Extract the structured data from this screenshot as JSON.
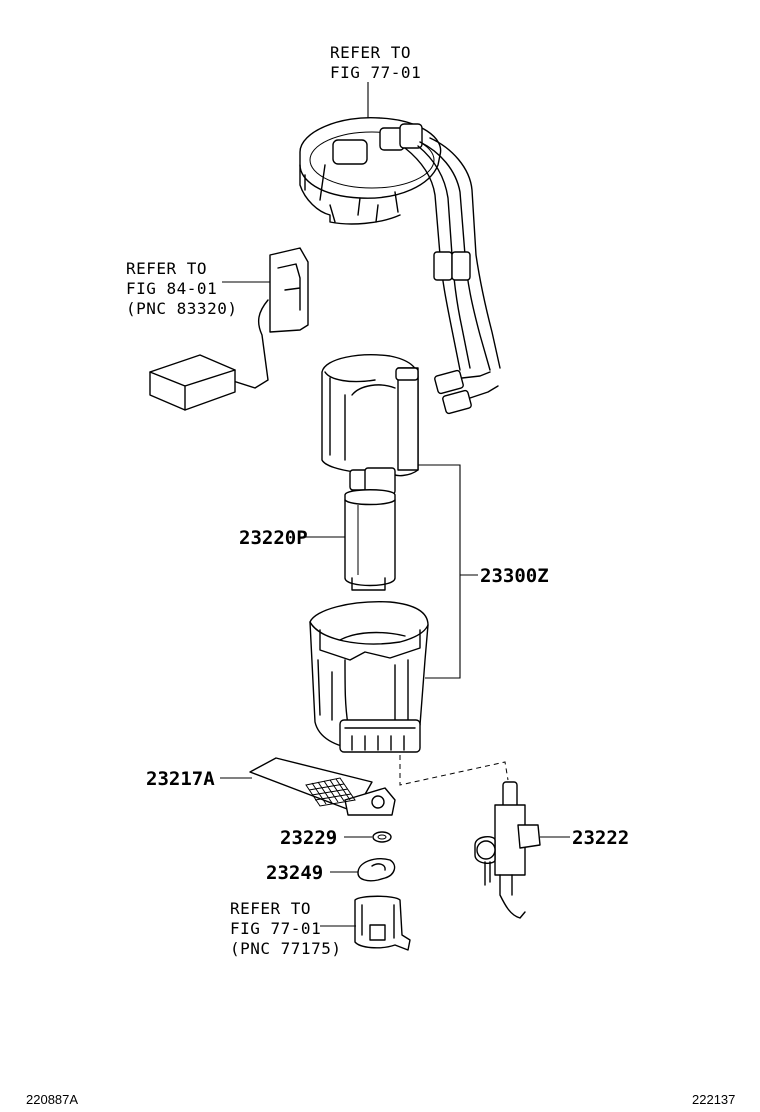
{
  "refs": {
    "top": {
      "line1": "REFER TO",
      "line2": "FIG 77-01"
    },
    "sender": {
      "line1": "REFER TO",
      "line2": "FIG 84-01",
      "line3": "(PNC 83320)"
    },
    "bottom": {
      "line1": "REFER TO",
      "line2": "FIG 77-01",
      "line3": "(PNC 77175)"
    }
  },
  "parts": {
    "p23220p": "23220P",
    "p23300z": "23300Z",
    "p23217a": "23217A",
    "p23229": "23229",
    "p23249": "23249",
    "p23222": "23222"
  },
  "footer": {
    "left": "220887A",
    "right": "222137"
  }
}
